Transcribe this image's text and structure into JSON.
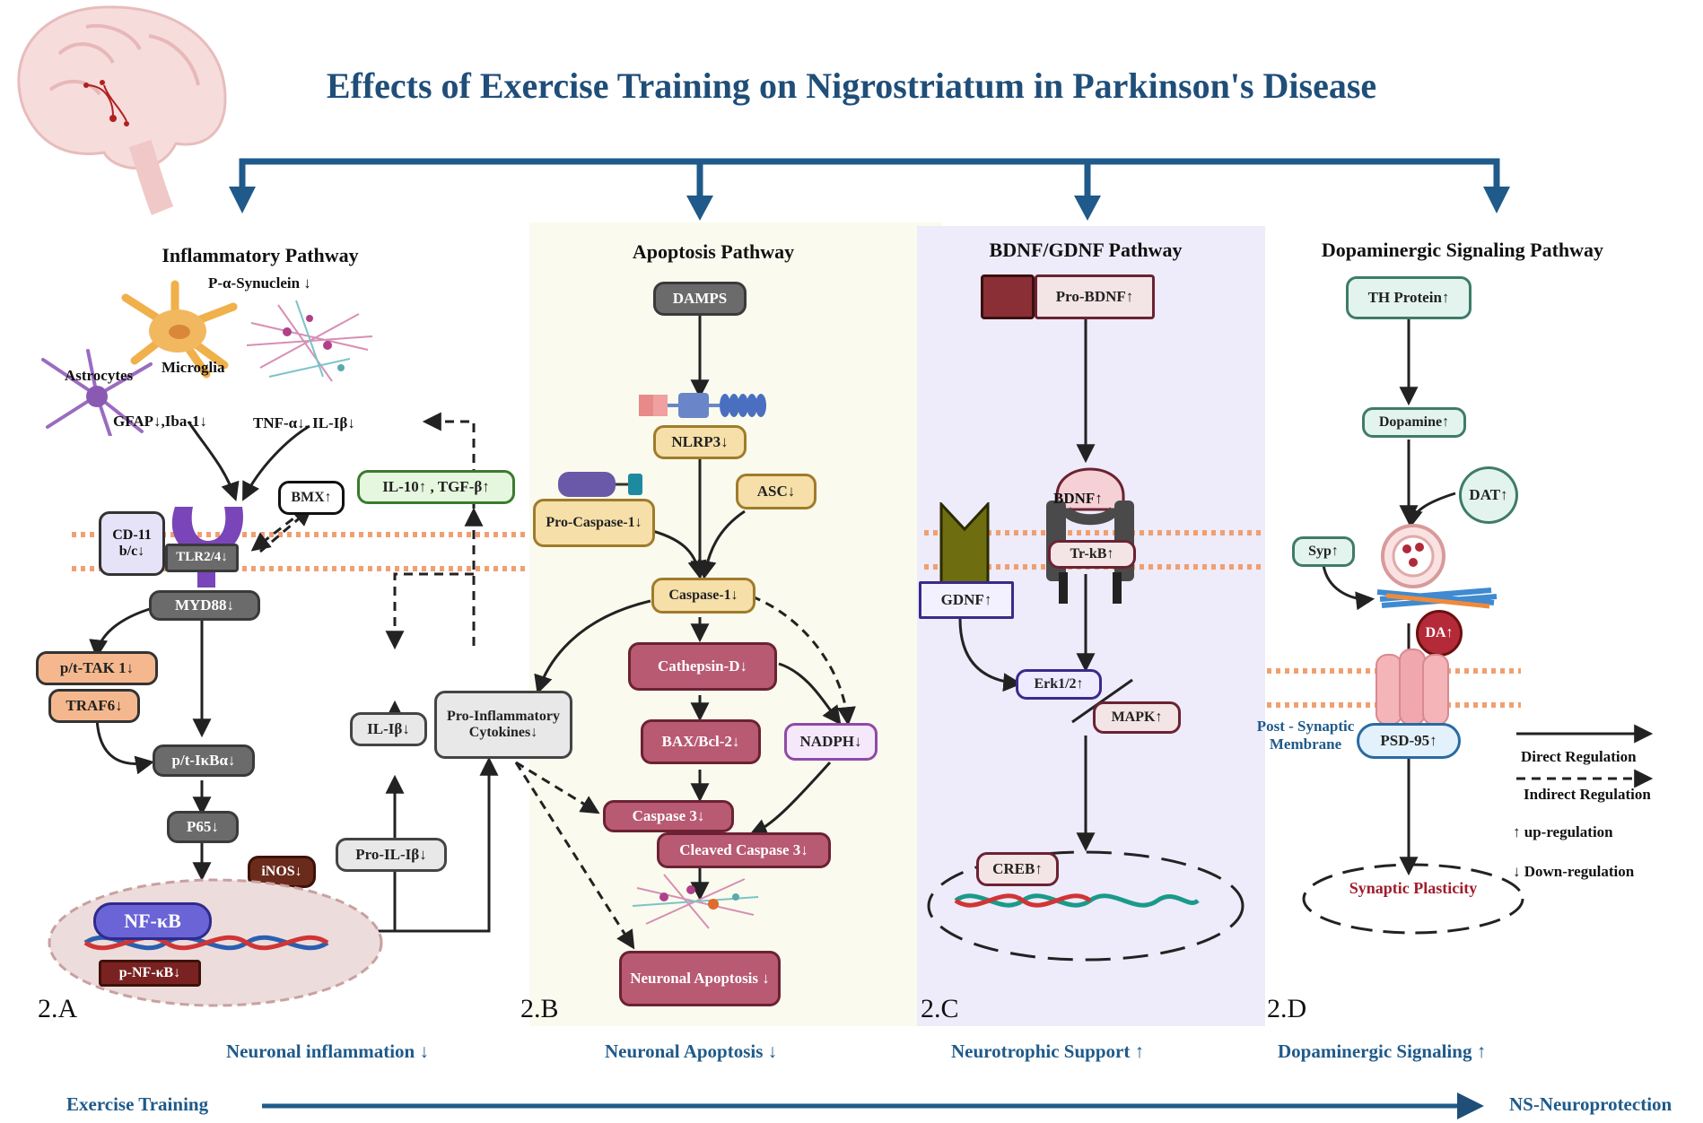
{
  "title": "Effects of Exercise Training on Nigrostriatum in Parkinson's Disease",
  "panels": {
    "a": {
      "title": "Inflammatory Pathway",
      "tag": "2.A",
      "p_synuclein": "P-α-Synuclein ↓",
      "astrocytes": "Astrocytes",
      "microglia": "Microglia",
      "gfap": "GFAP↓,Iba-1↓",
      "tnf": "TNF-α↓, IL-Iβ↓",
      "bmx": "BMX↑",
      "il10": "IL-10↑ , TGF-β↑",
      "cd11": "CD-11 b/c↓",
      "tlr": "TLR2/4↓",
      "myd88": "MYD88↓",
      "tak1": "p/t-TAK 1↓",
      "traf6": "TRAF6↓",
      "ikba": "p/t-IκBα↓",
      "p65": "P65↓",
      "inos": "iNOS↓",
      "nfkb": "NF-κB",
      "pnfkb": "p-NF-κB↓",
      "il1b": "IL-Iβ↓",
      "pro_il1b": "Pro-IL-Iβ↓",
      "pro_cytokines": "Pro-Inflammatory Cytokines↓",
      "footer": "Neuronal inflammation ↓"
    },
    "b": {
      "title": "Apoptosis Pathway",
      "tag": "2.B",
      "damps": "DAMPS",
      "nlrp3": "NLRP3↓",
      "asc": "ASC↓",
      "pro_caspase1": "Pro-Caspase-1↓",
      "caspase1": "Caspase-1↓",
      "cathepsin": "Cathepsin-D↓",
      "bax": "BAX/Bcl-2↓",
      "nadph": "NADPH↓",
      "caspase3": "Caspase 3↓",
      "cleaved": "Cleaved Caspase 3↓",
      "apoptosis": "Neuronal Apoptosis ↓",
      "footer": "Neuronal Apoptosis ↓"
    },
    "c": {
      "title": "BDNF/GDNF Pathway",
      "tag": "2.C",
      "pro_bdnf": "Pro-BDNF↑",
      "bdnf": "BDNF↑",
      "trkb": "Tr-kB↑",
      "gdnf": "GDNF↑",
      "erk": "Erk1/2↑",
      "mapk": "MAPK↑",
      "creb": "CREB↑",
      "footer": "Neurotrophic Support ↑"
    },
    "d": {
      "title": "Dopaminergic Signaling Pathway",
      "tag": "2.D",
      "th": "TH Protein↑",
      "dopamine": "Dopamine↑",
      "dat": "DAT↑",
      "syp": "Syp↑",
      "da": "DA↑",
      "post": "Post - Synaptic Membrane",
      "psd": "PSD-95↑",
      "plasticity": "Synaptic Plasticity",
      "footer": "Dopaminergic Signaling ↑"
    }
  },
  "legend": {
    "direct": "Direct Regulation",
    "indirect": "Indirect Regulation",
    "up": "↑ up-regulation",
    "down": "↓ Down-regulation"
  },
  "bottom": {
    "left": "Exercise Training",
    "right": "NS-Neuroprotection"
  },
  "colors": {
    "title_blue": "#1f4e79",
    "panel_b_bg": "#fafbee",
    "panel_c_bg": "#eeebfa",
    "membrane": "#f0a070"
  }
}
